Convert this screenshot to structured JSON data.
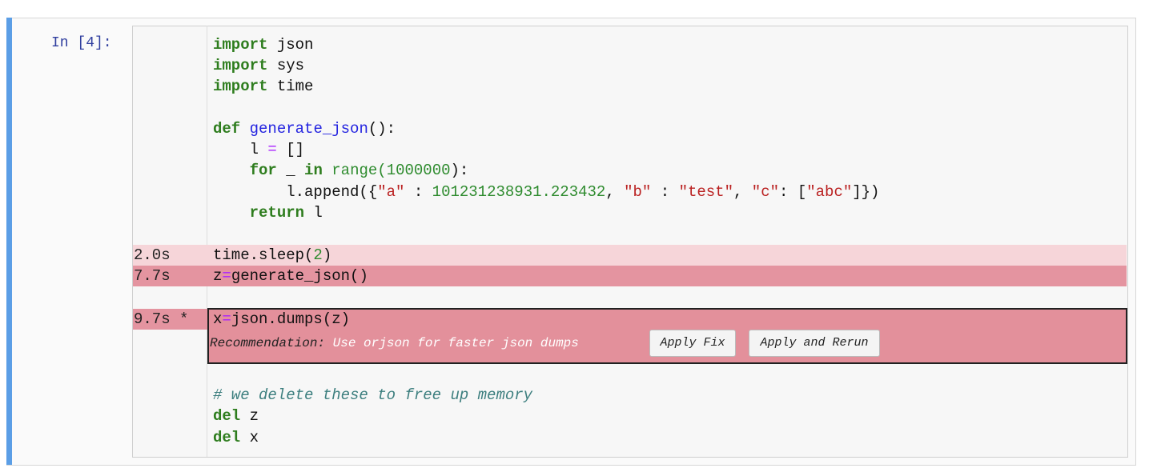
{
  "prompt": "In [4]:",
  "code": {
    "l1": [
      "import",
      " json"
    ],
    "l2": [
      "import",
      " sys"
    ],
    "l3": [
      "import",
      " time"
    ],
    "l5": [
      "def",
      " ",
      "generate_json",
      "():"
    ],
    "l6": [
      "    l ",
      "=",
      " []"
    ],
    "l7": [
      "    ",
      "for",
      " _ ",
      "in",
      " range(",
      "1000000",
      "):"
    ],
    "l8": [
      "        l.append({",
      "\"a\"",
      " : ",
      "101231238931.223432",
      ", ",
      "\"b\"",
      " : ",
      "\"test\"",
      ", ",
      "\"c\"",
      ": [",
      "\"abc\"",
      "]})"
    ],
    "l9": [
      "    ",
      "return",
      " l"
    ],
    "l11": [
      "time.sleep(",
      "2",
      ")"
    ],
    "l12": [
      "z",
      "=",
      "generate_json()"
    ],
    "l14": [
      "x",
      "=",
      "json.dumps(z)"
    ],
    "l17": "# we delete these to free up memory",
    "l18": [
      "del",
      " z"
    ],
    "l19": [
      "del",
      " x"
    ]
  },
  "timings": {
    "sleep": "2.0s",
    "generate": "7.7s",
    "dumps": "9.7s *"
  },
  "recommendation": {
    "label": "Recommendation: ",
    "message": "Use orjson for faster json dumps",
    "apply_fix": "Apply Fix",
    "apply_rerun": "Apply and Rerun"
  },
  "colors": {
    "cell_accent": "#5b9ee6",
    "hot_light": "#f6d5d9",
    "hot": "#e494a0",
    "recommendation_bg": "#e3909b"
  }
}
